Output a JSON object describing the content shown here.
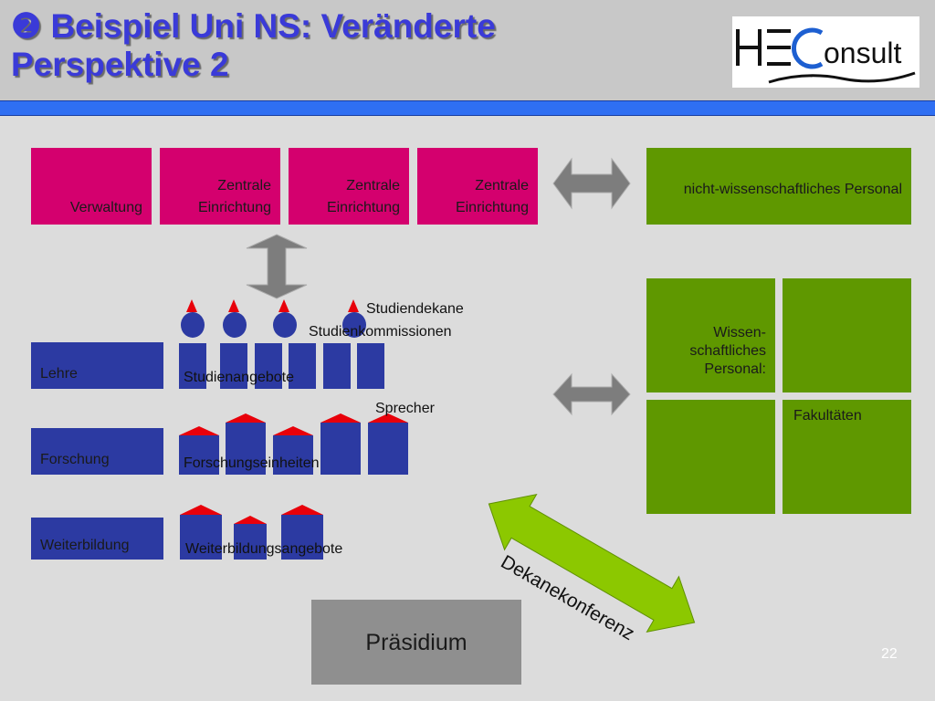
{
  "header": {
    "title_line1": "❷ Beispiel Uni NS: Veränderte",
    "title_line2": "Perspektive 2",
    "logo_text_left": "HE",
    "logo_text_c": "C",
    "logo_text_right": "onsult"
  },
  "top_row": {
    "verwaltung": "Verwaltung",
    "zentrale_1": "Zentrale Einrichtung",
    "zentrale_2": "Zentrale Einrichtung",
    "zentrale_3": "Zentrale Einrichtung"
  },
  "right": {
    "nicht_wiss": "nicht-wissenschaftliches Personal",
    "wiss": "Wissen-schaftliches Personal:",
    "fakultaeten": "Fakultäten"
  },
  "rows": {
    "lehre": "Lehre",
    "forschung": "Forschung",
    "weiterbildung": "Weiterbildung"
  },
  "labels": {
    "studiendekane": "Studiendekane",
    "studienkommissionen": "Studienkommissionen",
    "studienangebote": "Studienangebote",
    "sprecher": "Sprecher",
    "forschungseinheiten": "Forschungseinheiten",
    "weiterbildungsangebote": "Weiterbildungsangebote",
    "dekanekonferenz": "Dekanekonferenz",
    "praesidium": "Präsidium"
  },
  "slide_number": "22",
  "colors": {
    "title": "#3a3ad8",
    "magenta": "#d4006e",
    "green": "#5f9800",
    "navy": "#2c3aa2",
    "accent_red": "#e8000a",
    "arrow_gray": "#7d7d7d",
    "arrow_lime": "#8cc800"
  }
}
